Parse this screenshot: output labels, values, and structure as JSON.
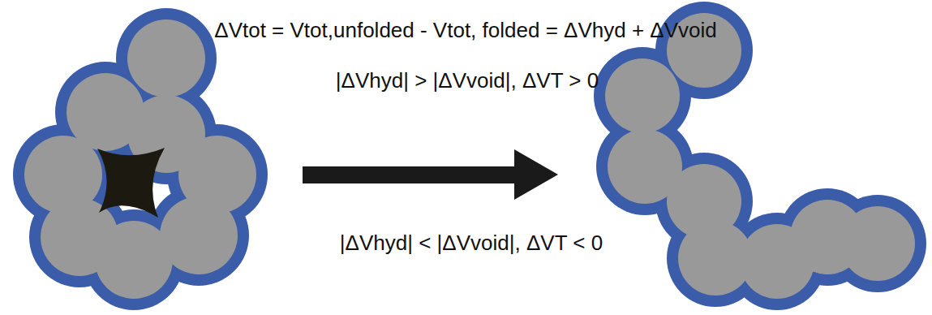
{
  "diagram": {
    "labels": [
      "ΔVtot = Vtot,unfolded - Vtot, folded = ΔVhyd + ΔVvoid",
      "|ΔVhyd| > |ΔVvoid|, ΔVT > 0",
      "|ΔVhyd| < |ΔVvoid|, ΔVT < 0"
    ]
  }
}
